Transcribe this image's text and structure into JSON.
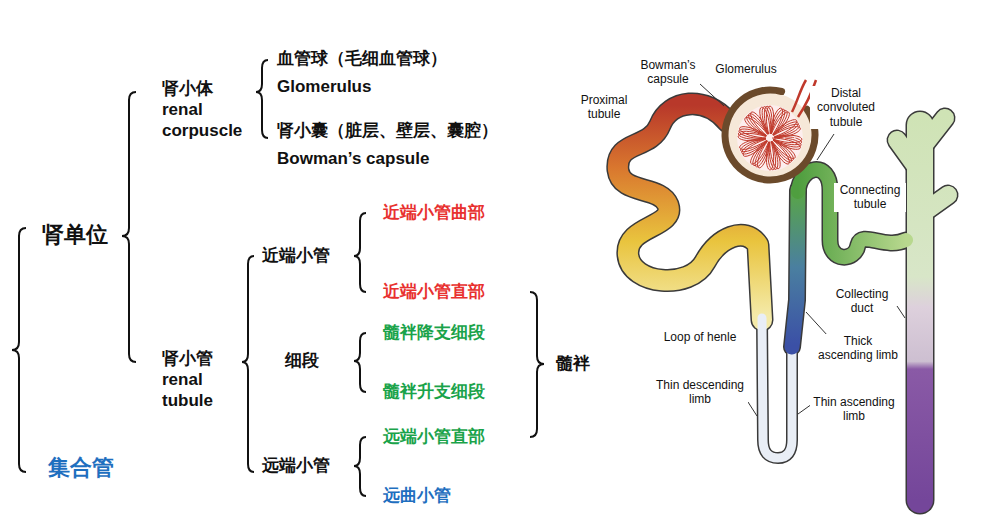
{
  "diagram": {
    "labels": [
      "肾单位",
      "集合管",
      "肾小体",
      "renal corpuscle",
      "血管球（毛细血管球）",
      "Glomerulus",
      "肾小囊（脏层、壁层、囊腔）",
      "Bowman’s capsule",
      "肾小管",
      "renal tubule",
      "近端小管",
      "细段",
      "远端小管",
      "近端小管曲部",
      "近端小管直部",
      "髓袢降支细段",
      "髓袢升支细段",
      "远端小管直部",
      "远曲小管",
      "髓袢",
      "Bowman’s capsule",
      "Glomerulus",
      "Distal convoluted tubule",
      "Proximal tubule",
      "Connecting tubule",
      "Collecting duct",
      "Loop of henle",
      "Thick ascending limb",
      "Thin descending limb",
      "Thin ascending limb"
    ]
  }
}
